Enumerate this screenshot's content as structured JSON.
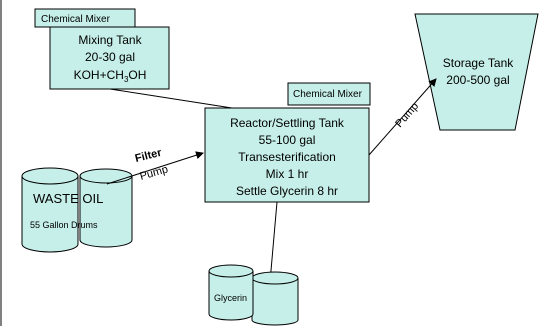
{
  "colors": {
    "fill": "#c6efe9",
    "stroke": "#000000",
    "background": "#ffffff"
  },
  "mixing_tank": {
    "tag": "Chemical Mixer",
    "line1": "Mixing Tank",
    "line2": "20-30 gal",
    "line3_prefix": "KOH+CH",
    "line3_sub": "3",
    "line3_suffix": "OH"
  },
  "reactor": {
    "tag": "Chemical Mixer",
    "lines": [
      "Reactor/Settling Tank",
      "55-100 gal",
      "Transesterification",
      "Mix 1 hr",
      "Settle Glycerin 8 hr"
    ]
  },
  "storage_tank": {
    "line1": "Storage Tank",
    "line2": "200-500 gal"
  },
  "waste_oil": {
    "title": "WASTE OIL",
    "subtitle": "55 Gallon Drums"
  },
  "glycerin": {
    "label": "Glycerin"
  },
  "flow_labels": {
    "filter": "Filter",
    "pump_in": "Pump",
    "pump_out": "Pump"
  }
}
